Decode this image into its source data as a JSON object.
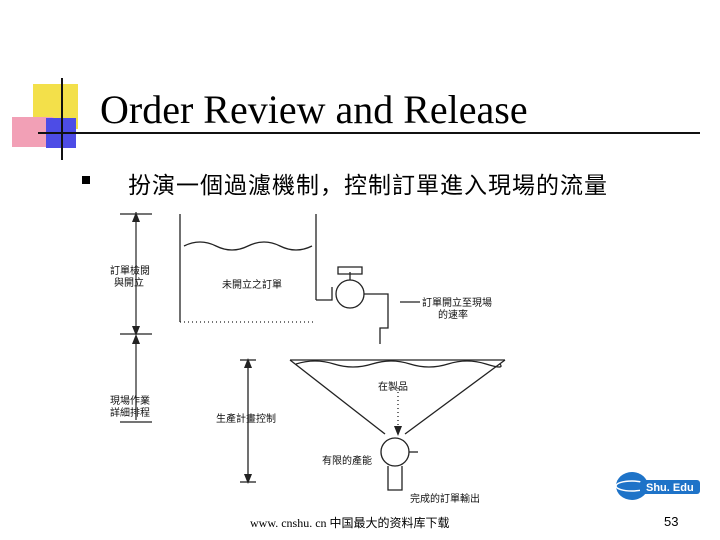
{
  "slide": {
    "title": "Order  Review and Release",
    "bullet": "扮演一個過濾機制，控制訂單進入現場的流量",
    "footer": "www. cnshu. cn 中国最大的资料库下载",
    "page_number": "53"
  },
  "diagram": {
    "label_order_review_line1": "訂單檢閱",
    "label_order_review_line2": "與開立",
    "label_unreleased": "未開立之訂單",
    "label_release_rate_line1": "訂單開立至現場",
    "label_release_rate_line2": "的速率",
    "label_shop_floor_line1": "現場作業",
    "label_shop_floor_line2": "詳細排程",
    "label_wip": "在製品",
    "label_production_control": "生產計畫控制",
    "label_limited_capacity": "有限的產能",
    "label_completed_orders": "完成的訂單輸出"
  },
  "logo": {
    "text": "Shu. Edu"
  },
  "colors": {
    "accent_yellow": "#f3e04a",
    "accent_pink": "#f2a0b6",
    "accent_blue": "#4d4ce6",
    "logo_blue": "#1e73c8"
  }
}
